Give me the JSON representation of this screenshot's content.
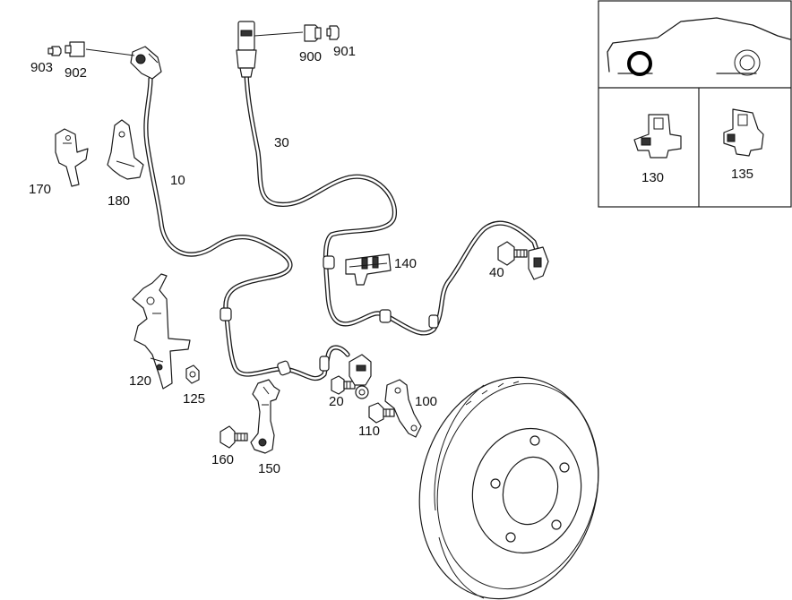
{
  "labels": {
    "l903": "903",
    "l902": "902",
    "l900": "900",
    "l901": "901",
    "l10": "10",
    "l30": "30",
    "l170": "170",
    "l180": "180",
    "l140": "140",
    "l40": "40",
    "l120": "120",
    "l125": "125",
    "l20": "20",
    "l100": "100",
    "l110": "110",
    "l160": "160",
    "l150": "150",
    "l130": "130",
    "l135": "135"
  },
  "inset": {
    "highlight_color": "#000000"
  }
}
